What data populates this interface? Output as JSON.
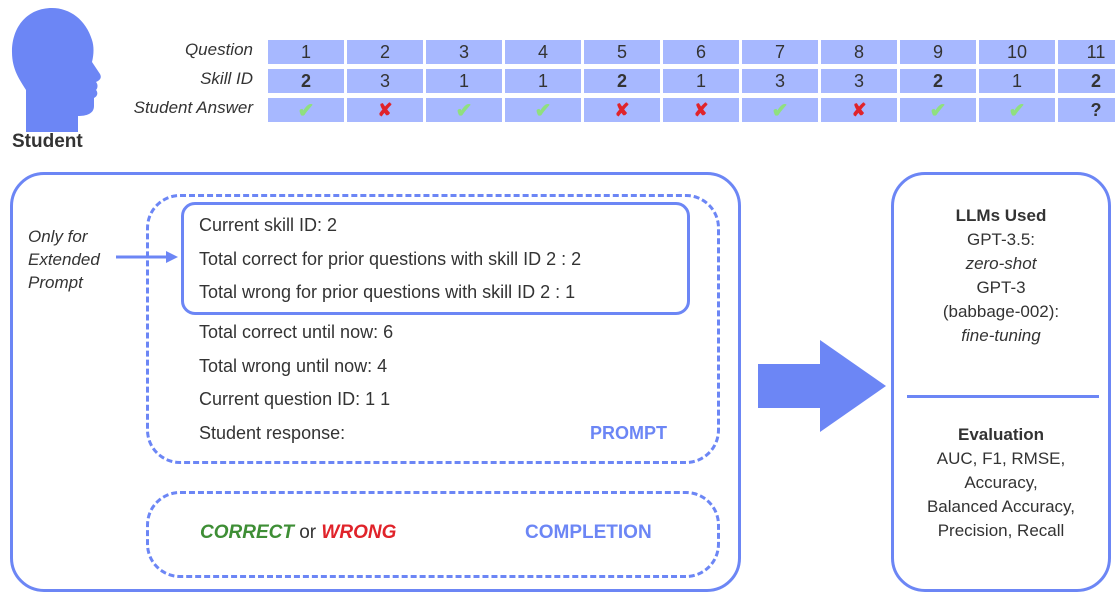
{
  "student": {
    "label": "Student",
    "icon": "head-silhouette-icon"
  },
  "table": {
    "row_labels": [
      "Question",
      "Skill ID",
      "Student Answer"
    ],
    "questions": [
      "1",
      "2",
      "3",
      "4",
      "5",
      "6",
      "7",
      "8",
      "9",
      "10",
      "11"
    ],
    "skill_ids": [
      "2",
      "3",
      "1",
      "1",
      "2",
      "1",
      "3",
      "3",
      "2",
      "1",
      "2"
    ],
    "skill_bold": [
      true,
      false,
      false,
      false,
      true,
      false,
      false,
      false,
      true,
      false,
      true
    ],
    "answers": [
      "✔",
      "✘",
      "✔",
      "✔",
      "✘",
      "✘",
      "✔",
      "✘",
      "✔",
      "✔",
      "?"
    ],
    "answer_kinds": [
      "check",
      "cross",
      "check",
      "check",
      "cross",
      "cross",
      "check",
      "cross",
      "check",
      "check",
      "unknown"
    ]
  },
  "side_note": [
    "Only for",
    "Extended",
    "Prompt"
  ],
  "extended_prompt": [
    "Current skill ID: 2",
    "Total correct for prior questions with skill ID 2 : 2",
    "Total wrong for prior questions with skill ID 2 : 1"
  ],
  "prompt": [
    "Total correct until now: 6",
    "Total wrong until now: 4",
    "Current question ID: 1 1",
    "Student response:"
  ],
  "prompt_tag": "PROMPT",
  "completion": {
    "correct": "CORRECT",
    "or": "or",
    "wrong": "WRONG",
    "tag": "COMPLETION"
  },
  "llms": {
    "title": "LLMs Used",
    "lines": [
      "GPT-3.5:",
      "zero-shot",
      "GPT-3",
      "(babbage-002):",
      "fine-tuning"
    ],
    "italic": [
      false,
      true,
      false,
      false,
      true
    ]
  },
  "evaluation": {
    "title": "Evaluation",
    "lines": [
      "AUC, F1, RMSE,",
      "Accuracy,",
      "Balanced Accuracy,",
      "Precision, Recall"
    ]
  },
  "colors": {
    "accent": "#6c86f5",
    "cell": "#a7b8ff",
    "check": "#8fe07f",
    "cross": "#e0232a",
    "correct": "#3e8e35"
  }
}
